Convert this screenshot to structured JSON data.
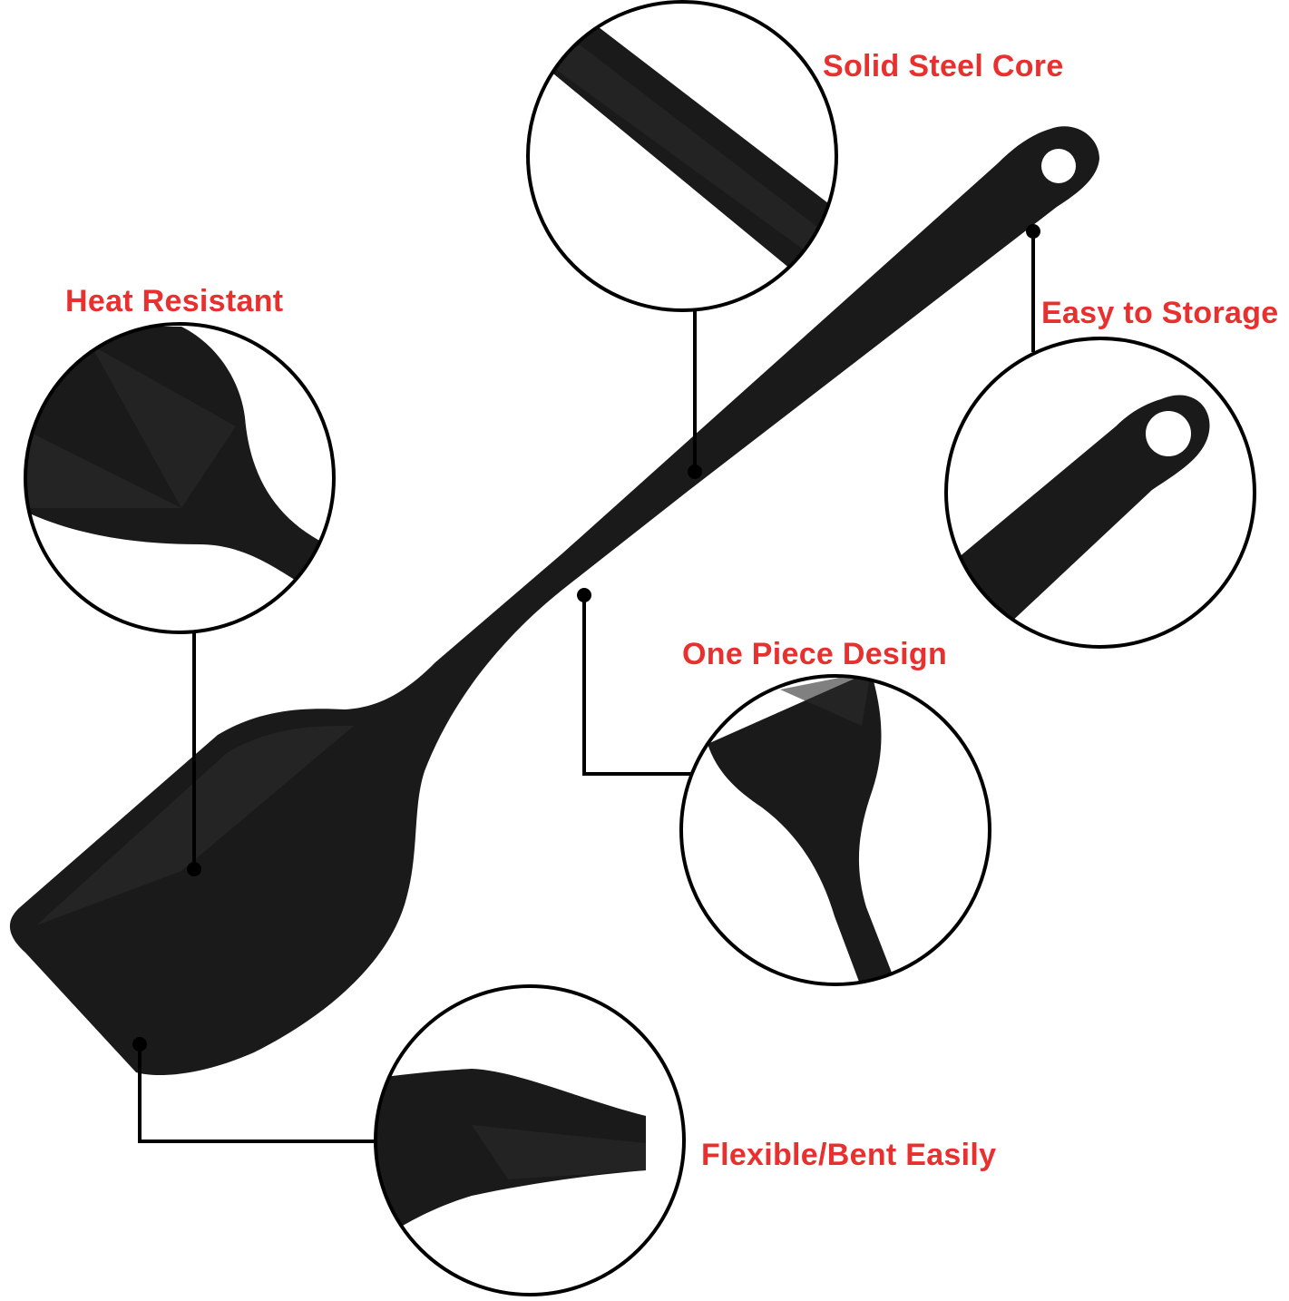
{
  "labels": {
    "solid_steel_core": "Solid Steel Core",
    "heat_resistant": "Heat Resistant",
    "easy_to_storage": "Easy to Storage",
    "one_piece_design": "One Piece Design",
    "flexible_bent_easily": "Flexible/Bent Easily"
  },
  "colors": {
    "label_red": "#e8302f",
    "spatula": "#1a1a1a",
    "spatula_highlight": "#2b2b2b",
    "outline": "#000000",
    "background": "#ffffff"
  }
}
